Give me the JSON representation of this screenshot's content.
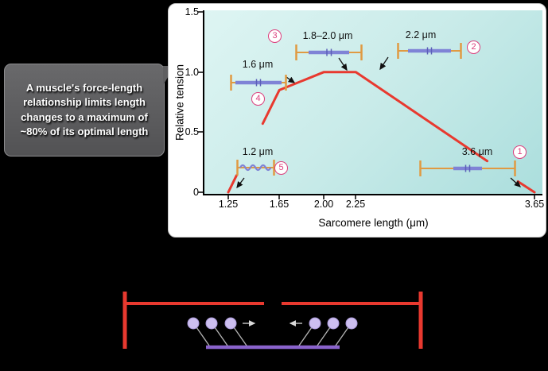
{
  "callout": {
    "text": "A muscle's force-length relationship limits length changes to a maximum of ~80% of its optimal length"
  },
  "chart": {
    "ylabel": "Relative tension",
    "xlabel": "Sarcomere length (μm)",
    "y_tick_labels": [
      "1.5",
      "1.0",
      "0.5",
      "0"
    ],
    "x_tick_labels": [
      "1.25",
      "1.65",
      "2.00",
      "2.25",
      "3.65"
    ],
    "annotations": [
      {
        "num": "1",
        "label": "3.6 μm"
      },
      {
        "num": "2",
        "label": "2.2 μm"
      },
      {
        "num": "3",
        "label": "1.8–2.0 μm"
      },
      {
        "num": "4",
        "label": "1.6 μm"
      },
      {
        "num": "5",
        "label": "1.2 μm"
      }
    ]
  },
  "chart_data": {
    "type": "line",
    "x": [
      1.25,
      1.65,
      2.0,
      2.25,
      3.65
    ],
    "y": [
      0,
      0.85,
      1.0,
      1.0,
      0
    ],
    "xlabel": "Sarcomere length (μm)",
    "ylabel": "Relative tension",
    "xlim": [
      1.25,
      3.65
    ],
    "ylim": [
      0,
      1.5
    ],
    "x_ticks": [
      1.25,
      1.65,
      2.0,
      2.25,
      3.65
    ],
    "y_ticks": [
      0,
      0.5,
      1.0,
      1.5
    ],
    "grid": false,
    "legend": false,
    "line_color": "#e8392f",
    "draw_segments": [
      [
        [
          1.25,
          0
        ],
        [
          1.315,
          0.14
        ]
      ],
      [
        [
          1.52,
          0.57
        ],
        [
          1.65,
          0.85
        ],
        [
          2.0,
          1.0
        ],
        [
          2.25,
          1.0
        ],
        [
          3.28,
          0.26
        ]
      ],
      [
        [
          3.52,
          0.09
        ],
        [
          3.65,
          0
        ]
      ]
    ],
    "annotations": [
      {
        "num": 1,
        "label": "3.6 μm",
        "sarcomere_length_um": 3.6
      },
      {
        "num": 2,
        "label": "2.2 μm",
        "sarcomere_length_um": 2.2
      },
      {
        "num": 3,
        "label": "1.8–2.0 μm",
        "sarcomere_length_um": [
          1.8,
          2.0
        ]
      },
      {
        "num": 4,
        "label": "1.6 μm",
        "sarcomere_length_um": 1.6
      },
      {
        "num": 5,
        "label": "1.2 μm",
        "sarcomere_length_um": 1.2
      }
    ]
  }
}
